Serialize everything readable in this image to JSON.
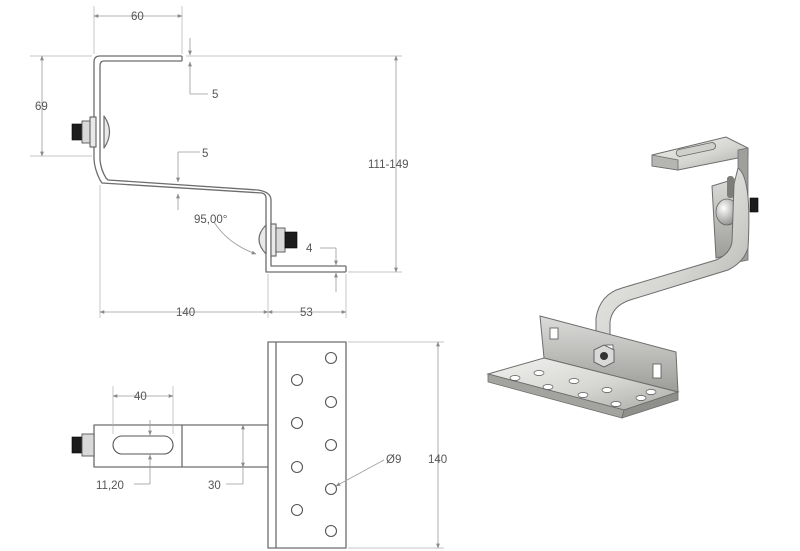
{
  "dimensions": {
    "top_width": "60",
    "thickness_top": "5",
    "height_left": "69",
    "thickness_mid": "5",
    "angle": "95,00°",
    "adjust_range": "111-149",
    "foot_thickness": "4",
    "base_length": "140",
    "foot_length": "53",
    "slot_length": "40",
    "slot_width": "11,20",
    "bar_width": "30",
    "hole_diameter": "Ø9",
    "plate_height": "140"
  },
  "colors": {
    "line": "#6d6d6d",
    "dimension": "#9a9a9a",
    "bolt": "#1c1c1c",
    "metal_light": "#e4e4e2",
    "metal_dark": "#a9a9a6"
  }
}
